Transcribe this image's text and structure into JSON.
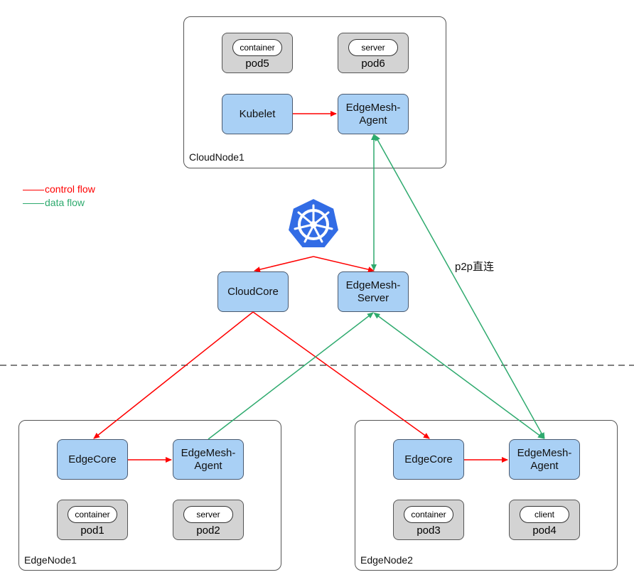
{
  "legend": {
    "control": {
      "label": "control flow",
      "color": "#ff0000"
    },
    "data": {
      "label": "data flow",
      "color": "#2eaa6e"
    }
  },
  "cloud_node": {
    "label": "CloudNode1",
    "pods": [
      {
        "pill": "container",
        "name": "pod5"
      },
      {
        "pill": "server",
        "name": "pod6"
      }
    ],
    "kubelet": "Kubelet",
    "agent": "EdgeMesh-\nAgent"
  },
  "center": {
    "kubernetes_icon": "kubernetes-helm-icon",
    "cloudcore": "CloudCore",
    "edgemesh_server": "EdgeMesh-\nServer",
    "p2p_label": "p2p直连"
  },
  "edge_node1": {
    "label": "EdgeNode1",
    "edgecore": "EdgeCore",
    "agent": "EdgeMesh-\nAgent",
    "pods": [
      {
        "pill": "container",
        "name": "pod1"
      },
      {
        "pill": "server",
        "name": "pod2"
      }
    ]
  },
  "edge_node2": {
    "label": "EdgeNode2",
    "edgecore": "EdgeCore",
    "agent": "EdgeMesh-\nAgent",
    "pods": [
      {
        "pill": "container",
        "name": "pod3"
      },
      {
        "pill": "client",
        "name": "pod4"
      }
    ]
  },
  "colors": {
    "component_fill": "#a9d0f5",
    "pod_fill": "#d3d3d3",
    "k8s_blue": "#326ce5"
  }
}
